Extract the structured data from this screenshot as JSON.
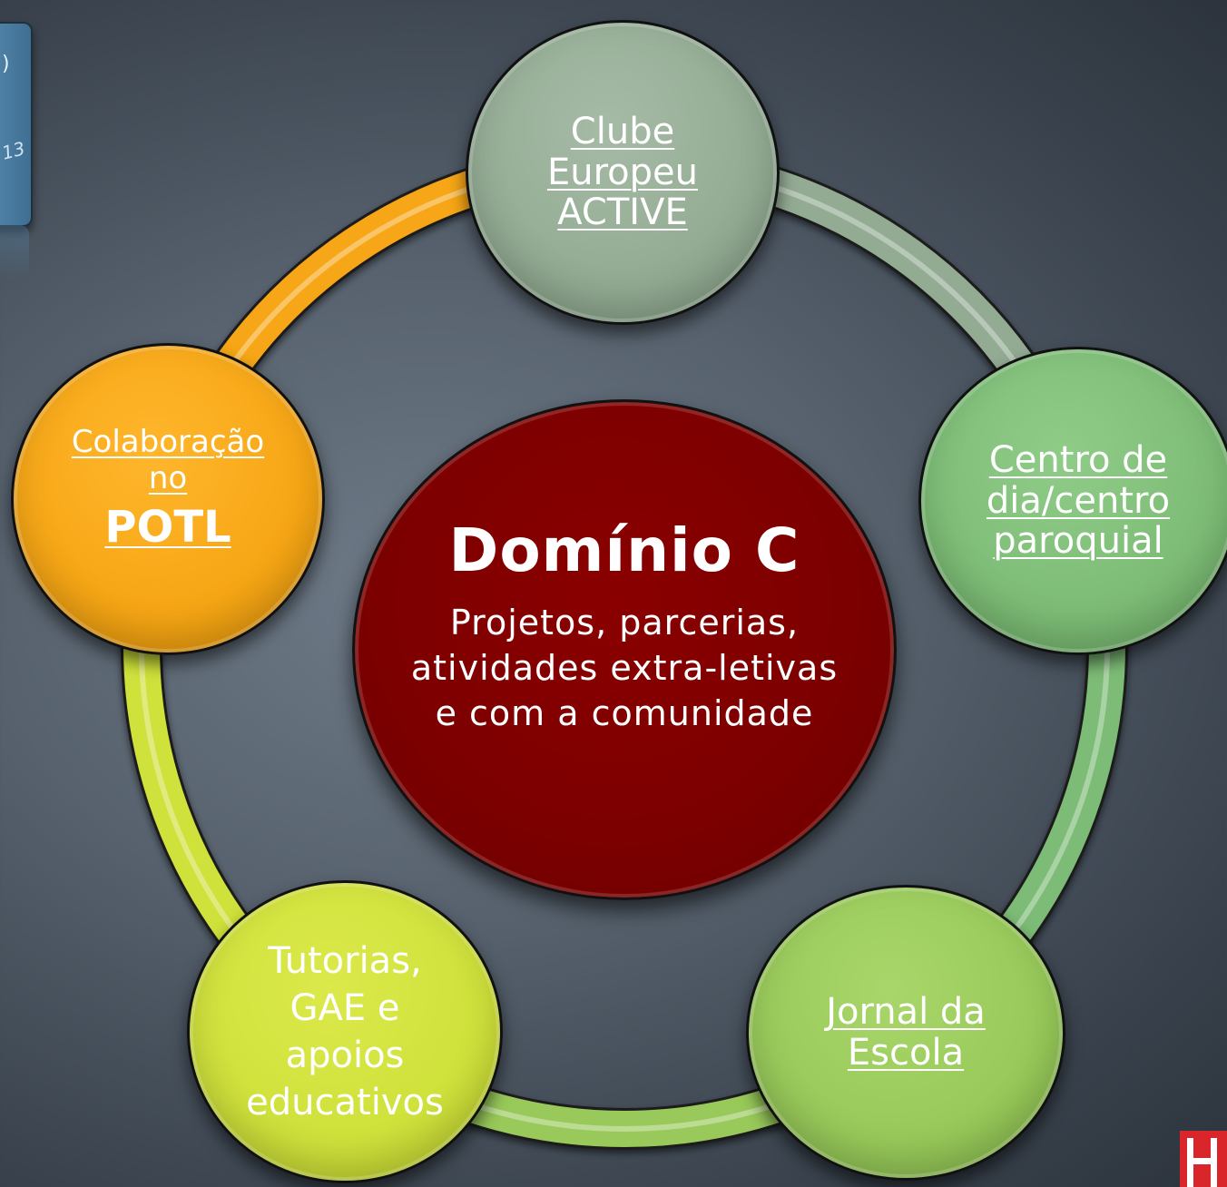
{
  "diagram": {
    "center": {
      "title": "Domínio C",
      "subtitle": "Projetos,  parcerias, atividades extra-letivas e com a comunidade"
    },
    "nodes": {
      "clube": "Clube Europeu ACTIVE",
      "centro": "Centro de dia/centro paroquial",
      "jornal": "Jornal da Escola",
      "tutorias": "Tutorias, GAE e apoios educativos",
      "potl_small": "Colaboração no",
      "potl_big": "POTL"
    },
    "colors": {
      "center": "#7d0000",
      "clube": "#93ab93",
      "centro": "#7dbc76",
      "jornal": "#98c95a",
      "tutorias": "#cfe13b",
      "potl": "#f6a615"
    }
  },
  "decor": {
    "tablet_number": "13"
  }
}
